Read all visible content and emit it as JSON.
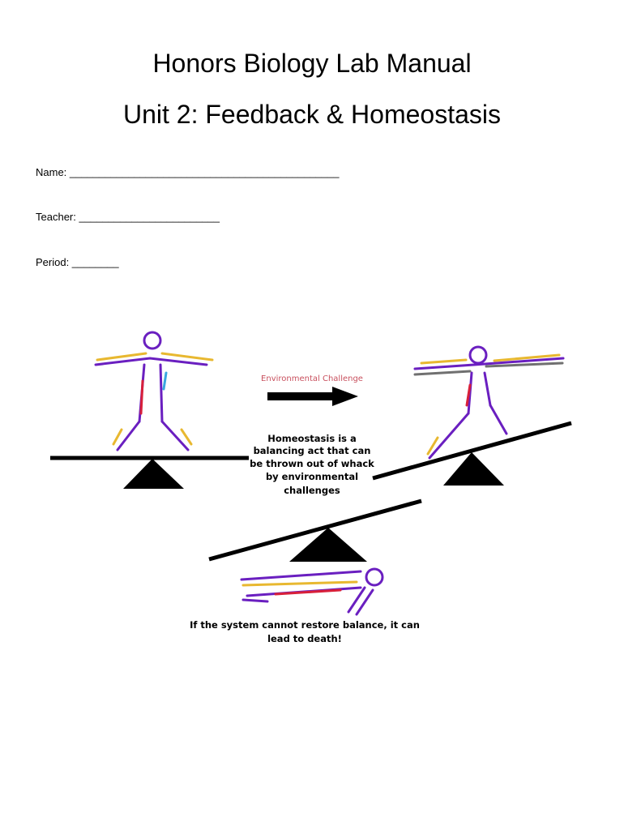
{
  "header": {
    "title": "Honors Biology Lab Manual",
    "subtitle": "Unit 2: Feedback & Homeostasis"
  },
  "fields": {
    "name": "Name: ______________________________________________",
    "teacher": "Teacher: ________________________",
    "period": "Period: ________"
  },
  "illustration": {
    "arrow_label": "Environmental Challenge",
    "explanation": [
      "Homeostasis is a",
      "balancing act that can",
      "be thrown out of whack",
      "by environmental",
      "challenges"
    ],
    "caption": [
      "If the system cannot restore balance, it can",
      "lead to death!"
    ],
    "colors": {
      "label": "#c8505e",
      "purple": "#6a1fc0",
      "yellow": "#e8b830",
      "red": "#d8203a",
      "blue": "#3aa8e0",
      "gray": "#707070"
    }
  }
}
